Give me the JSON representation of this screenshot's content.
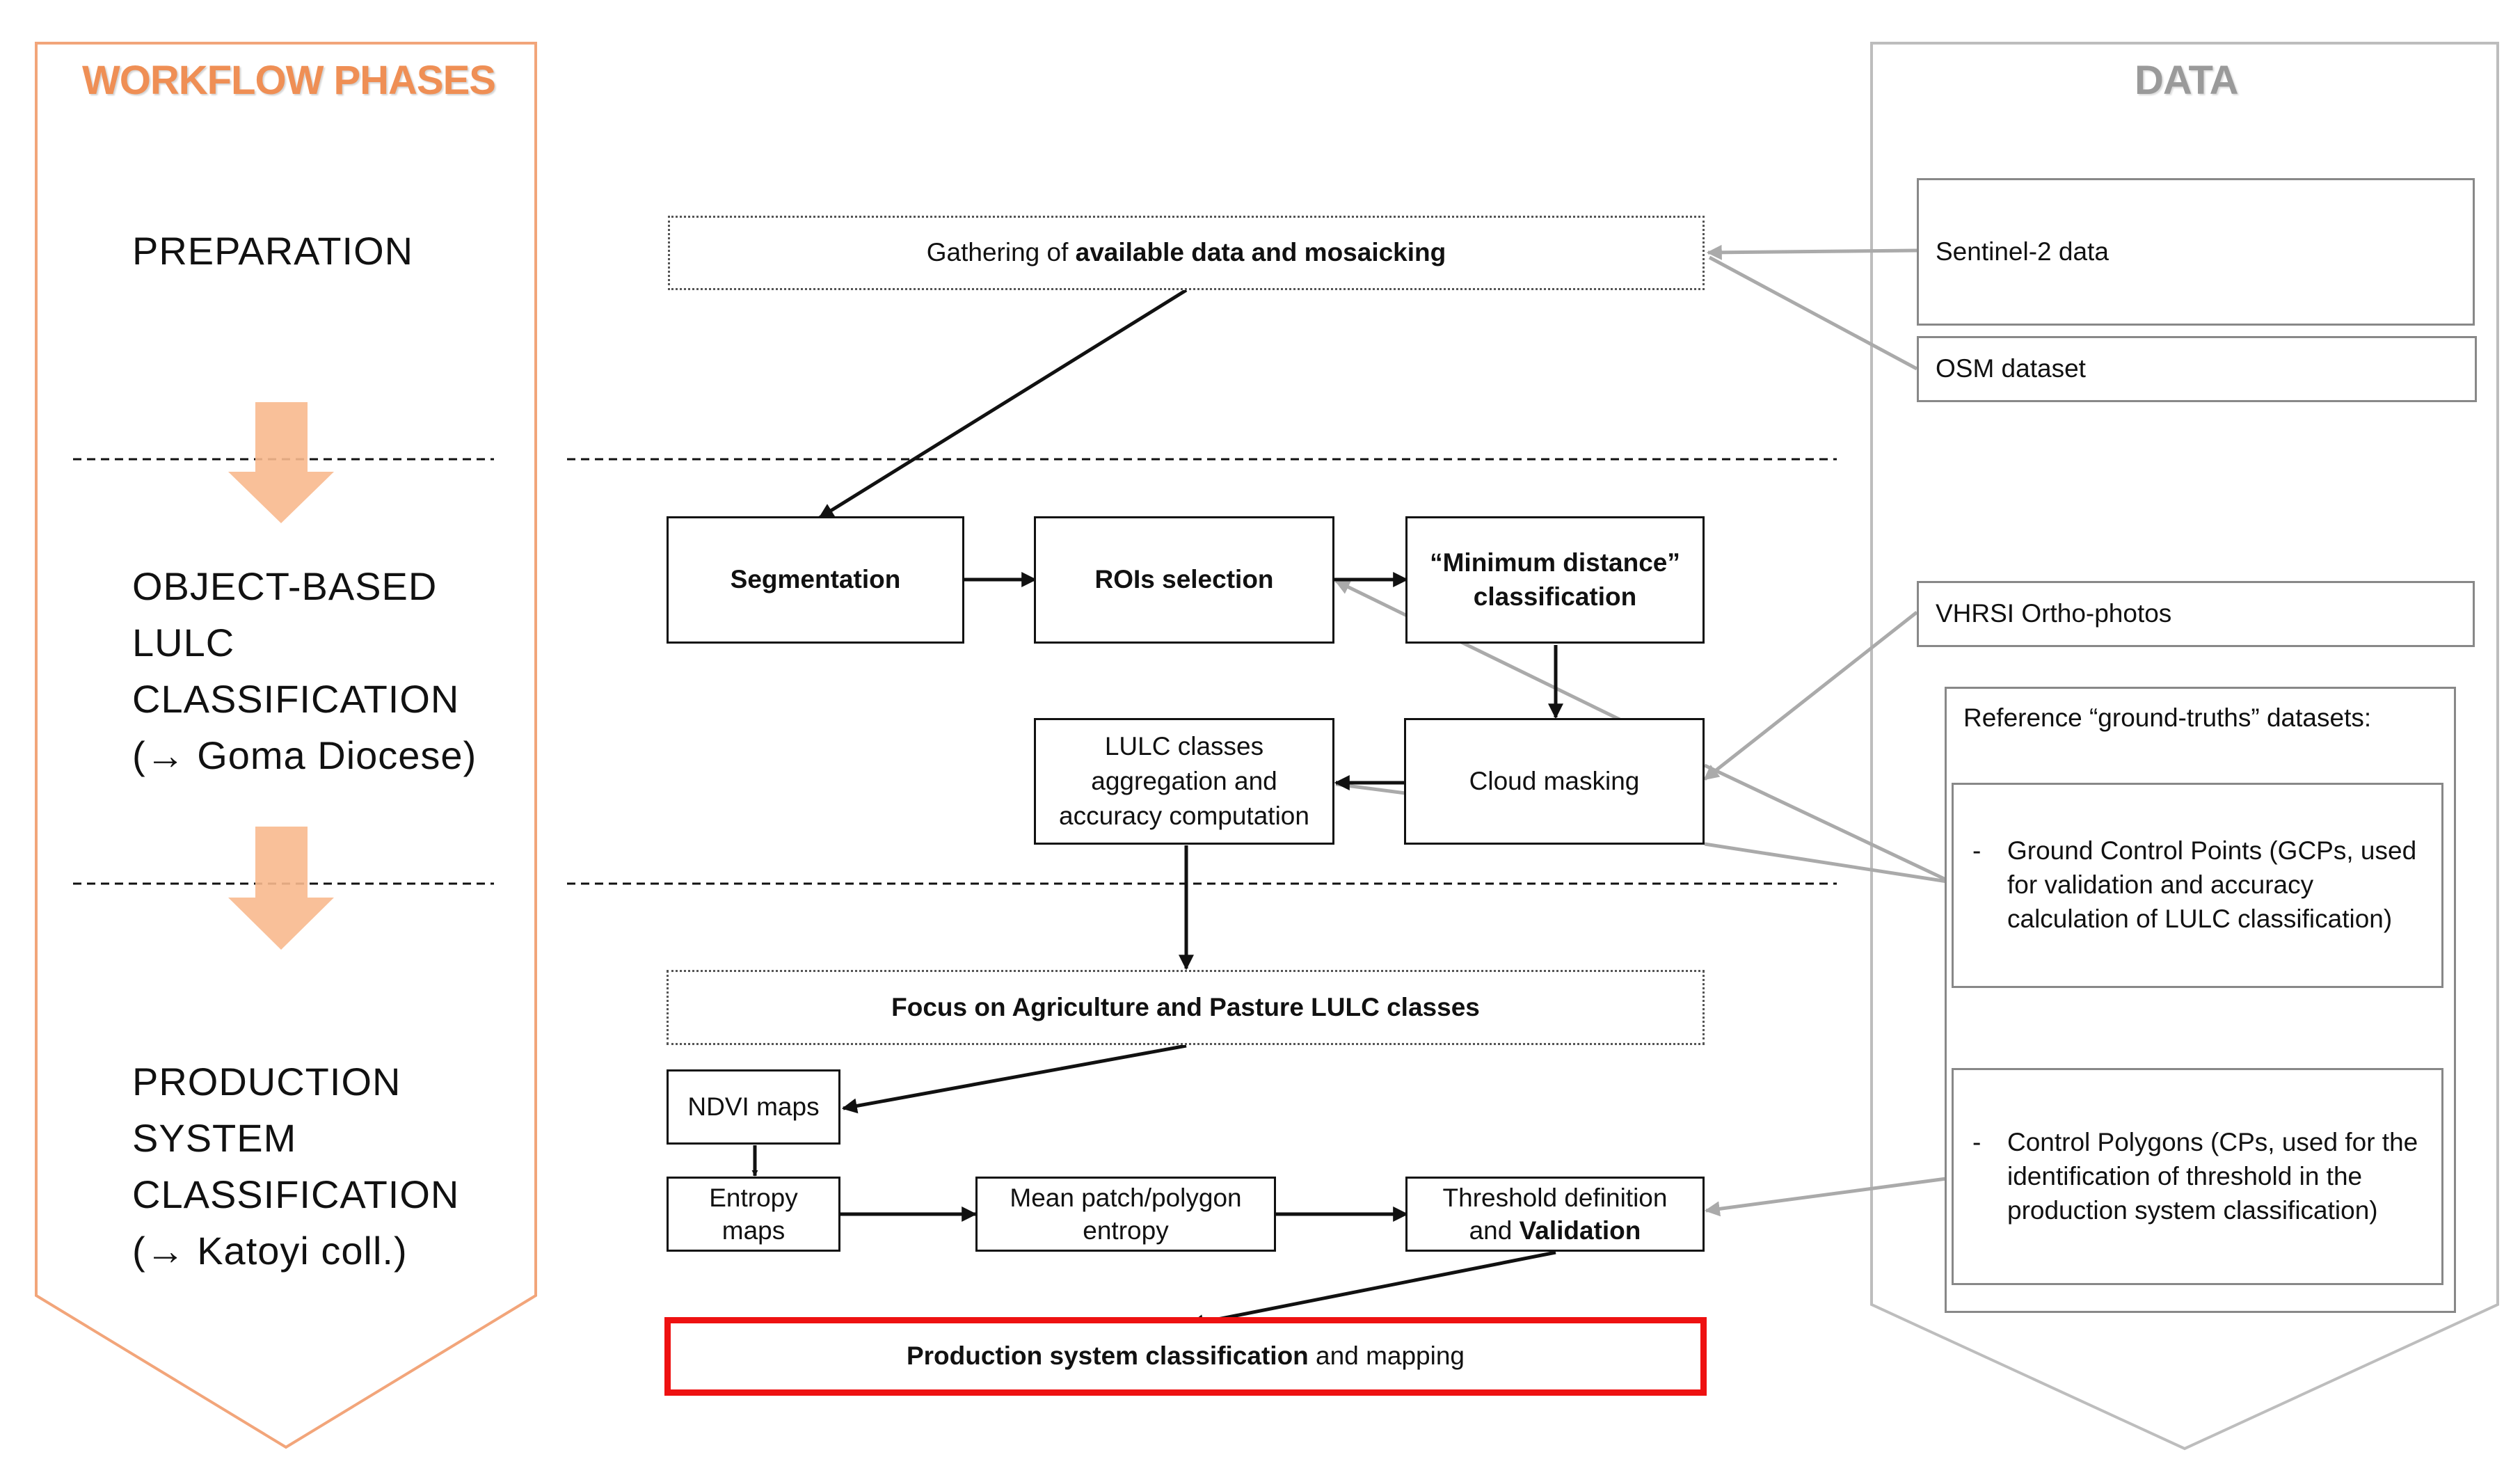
{
  "headings": {
    "workflow_phases": "WORKFLOW PHASES",
    "data": "DATA"
  },
  "phases": {
    "preparation": [
      "PREPARATION"
    ],
    "object_based": [
      "OBJECT-BASED",
      "LULC",
      "CLASSIFICATION",
      "(→ Goma Diocese)"
    ],
    "production": [
      "PRODUCTION",
      "SYSTEM",
      "CLASSIFICATION",
      "(→ Katoyi coll.)"
    ]
  },
  "process": {
    "gathering": {
      "plain": "Gathering of ",
      "bold": "available data and mosaicking"
    },
    "segmentation": "Segmentation",
    "rois": "ROIs selection",
    "min_distance": [
      "“Minimum distance”",
      "classification"
    ],
    "lulc_aggregation": [
      "LULC classes",
      "aggregation and",
      "accuracy computation"
    ],
    "cloud_masking": "Cloud masking",
    "focus": "Focus on Agriculture and Pasture LULC classes",
    "ndvi": "NDVI maps",
    "entropy": [
      "Entropy",
      "maps"
    ],
    "mean_patch": [
      "Mean patch/polygon",
      "entropy"
    ],
    "threshold": {
      "line1": "Threshold definition",
      "plain": "and ",
      "bold": "Validation"
    },
    "production_classification": {
      "bold": "Production system classification",
      "plain": " and mapping"
    }
  },
  "data_sources": {
    "sentinel": "Sentinel-2 data",
    "osm": "OSM dataset",
    "vhrsi": "VHRSI Ortho-photos",
    "reference_title": "Reference “ground-truths” datasets:",
    "gcp_dash": "-",
    "gcp": [
      "Ground Control Points (GCPs, used",
      "for validation and accuracy",
      "calculation of LULC classification)"
    ],
    "cp_dash": "-",
    "cp": [
      "Control Polygons (CPs, used for the",
      "identification of threshold in the",
      "production system classification)"
    ]
  },
  "colors": {
    "orange": "#f2a57a",
    "orange_heading": "#ef8f55",
    "gray_heading": "#9a9a9a",
    "gray_line": "#aaaaaa",
    "red": "#ee1111"
  }
}
